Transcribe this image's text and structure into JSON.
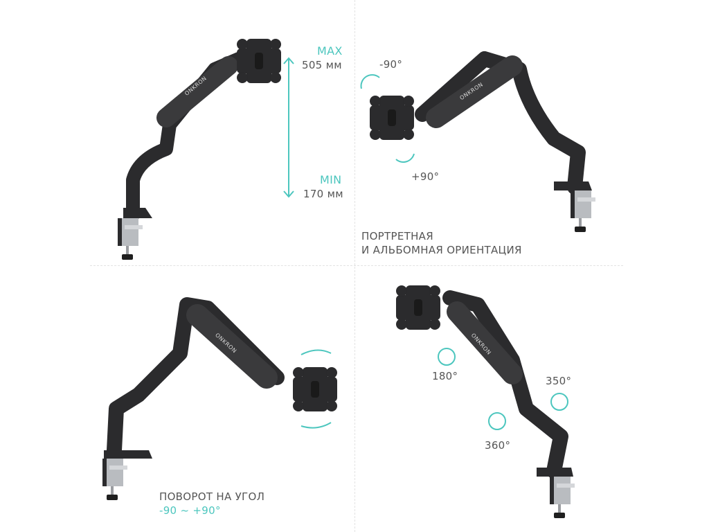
{
  "colors": {
    "accent": "#4cc6be",
    "arm": "#2b2b2d",
    "text": "#555555"
  },
  "height_panel": {
    "max_label": "MAX",
    "max_value": "505 мм",
    "min_label": "MIN",
    "min_value": "170 мм"
  },
  "orientation_panel": {
    "minus_angle": "-90°",
    "plus_angle": "+90°",
    "caption_line1": "ПОРТРЕТНАЯ",
    "caption_line2": "И АЛЬБОМНАЯ ОРИЕНТАЦИЯ"
  },
  "tilt_panel": {
    "caption_line1": "ПОВОРОТ НА УГОЛ",
    "caption_line2": "-90 ~ +90°"
  },
  "rotation_panel": {
    "angle_180": "180°",
    "angle_350": "350°",
    "angle_360": "360°"
  },
  "brand": "ONKRON"
}
